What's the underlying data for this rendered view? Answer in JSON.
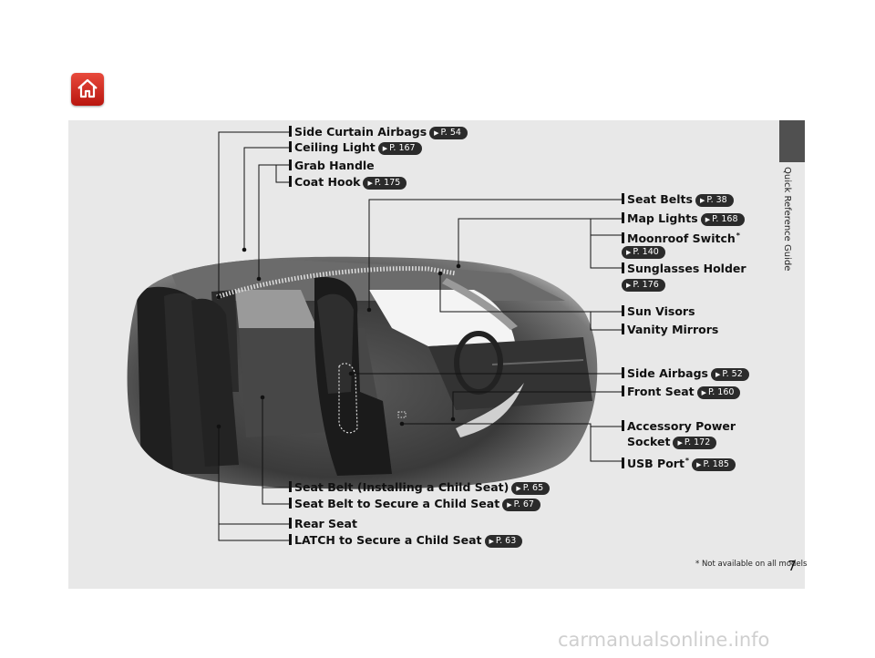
{
  "page": {
    "section_tab": "Quick Reference Guide",
    "page_number": "7",
    "footnote": "* Not available on all models",
    "watermark": "carmanualsonline.info"
  },
  "icons": {
    "home": "home-icon"
  },
  "callouts": {
    "side_curtain_airbags": {
      "label": "Side Curtain Airbags",
      "ref": "P. 54"
    },
    "ceiling_light": {
      "label": "Ceiling Light",
      "ref": "P. 167"
    },
    "grab_handle": {
      "label": "Grab Handle"
    },
    "coat_hook": {
      "label": "Coat Hook",
      "ref": "P. 175"
    },
    "seat_belts": {
      "label": "Seat Belts",
      "ref": "P. 38"
    },
    "map_lights": {
      "label": "Map Lights",
      "ref": "P. 168"
    },
    "moonroof_switch": {
      "label": "Moonroof Switch",
      "mark": "*",
      "ref": "P. 140"
    },
    "sunglasses_holder": {
      "label": "Sunglasses Holder",
      "ref": "P. 176"
    },
    "sun_visors": {
      "label": "Sun Visors"
    },
    "vanity_mirrors": {
      "label": "Vanity Mirrors"
    },
    "side_airbags": {
      "label": "Side Airbags",
      "ref": "P. 52"
    },
    "front_seat": {
      "label": "Front Seat",
      "ref": "P. 160"
    },
    "accessory_power_socket": {
      "label_line1": "Accessory Power",
      "label_line2": "Socket",
      "ref": "P. 172"
    },
    "usb_port": {
      "label": "USB Port",
      "mark": "*",
      "ref": "P. 185"
    },
    "seat_belt_child_seat": {
      "label": "Seat Belt (Installing a Child Seat)",
      "ref": "P. 65"
    },
    "seat_belt_secure_child_seat": {
      "label": "Seat Belt to Secure a Child Seat",
      "ref": "P. 67"
    },
    "rear_seat": {
      "label": "Rear Seat"
    },
    "latch": {
      "label": "LATCH to Secure a Child Seat",
      "ref": "P. 63"
    }
  }
}
